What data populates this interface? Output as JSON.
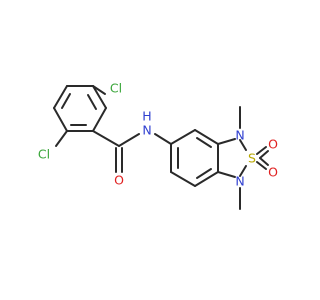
{
  "molecule": {
    "atoms": {
      "cl_top": {
        "text": "Cl",
        "color": "#3aa63a"
      },
      "cl_left": {
        "text": "Cl",
        "color": "#3aa63a"
      },
      "amide_n": {
        "text": "N",
        "color": "#2f3fd0"
      },
      "amide_h": {
        "text": "H",
        "color": "#2f3fd0"
      },
      "carbonyl_o": {
        "text": "O",
        "color": "#e02020"
      },
      "ring_n_top": {
        "text": "N",
        "color": "#2f3fd0"
      },
      "ring_n_bottom": {
        "text": "N",
        "color": "#2f3fd0"
      },
      "sulfur": {
        "text": "S",
        "color": "#b8a800"
      },
      "sulfonyl_o_top": {
        "text": "O",
        "color": "#e02020"
      },
      "sulfonyl_o_bottom": {
        "text": "O",
        "color": "#e02020"
      }
    },
    "bond_color": "#2a2a2a",
    "background": "#ffffff"
  }
}
